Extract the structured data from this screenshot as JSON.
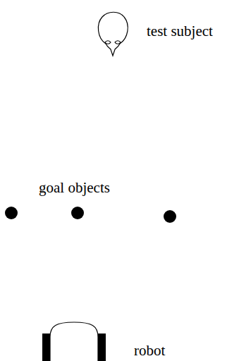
{
  "diagram": {
    "labels": [
      "test subject",
      "goal objects",
      "robot"
    ]
  }
}
